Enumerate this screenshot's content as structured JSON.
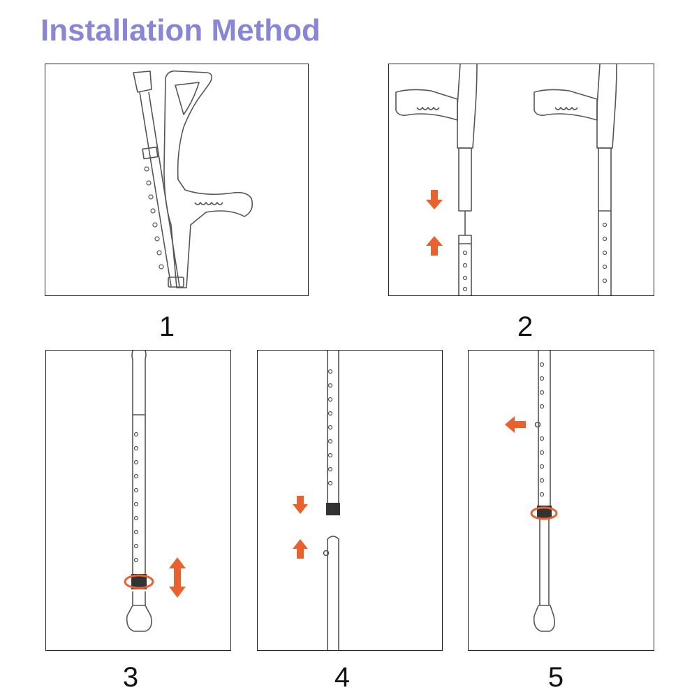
{
  "title": "Installation Method",
  "colors": {
    "title": "#8a86d6",
    "arrow": "#e8622f",
    "line": "#555555"
  },
  "steps": [
    {
      "number": "1"
    },
    {
      "number": "2"
    },
    {
      "number": "3"
    },
    {
      "number": "4"
    },
    {
      "number": "5"
    }
  ]
}
